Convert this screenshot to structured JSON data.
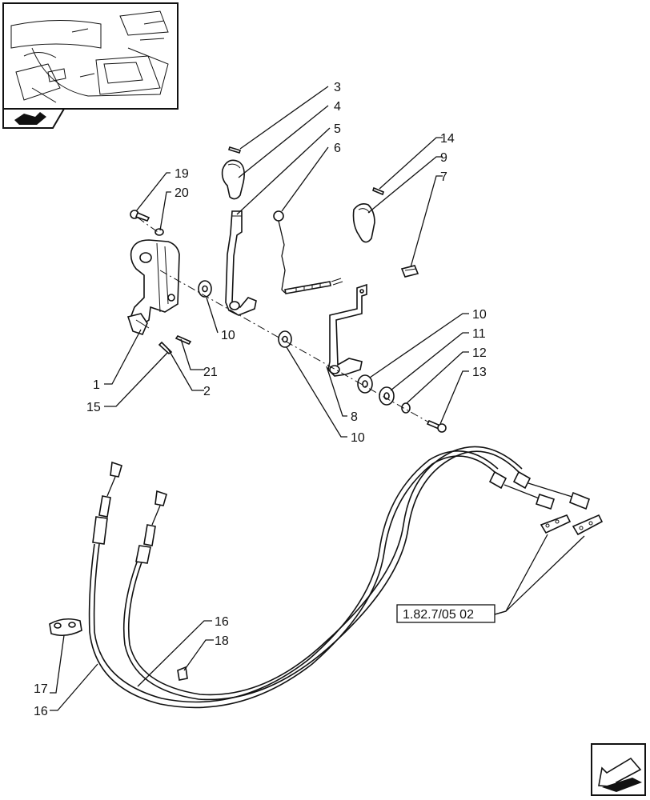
{
  "diagram": {
    "callouts": [
      {
        "id": "c3",
        "text": "3"
      },
      {
        "id": "c4",
        "text": "4"
      },
      {
        "id": "c5",
        "text": "5"
      },
      {
        "id": "c6",
        "text": "6"
      },
      {
        "id": "c14",
        "text": "14"
      },
      {
        "id": "c9",
        "text": "9"
      },
      {
        "id": "c7",
        "text": "7"
      },
      {
        "id": "c19",
        "text": "19"
      },
      {
        "id": "c20",
        "text": "20"
      },
      {
        "id": "c10a",
        "text": "10"
      },
      {
        "id": "c21",
        "text": "21"
      },
      {
        "id": "c1",
        "text": "1"
      },
      {
        "id": "c2",
        "text": "2"
      },
      {
        "id": "c15",
        "text": "15"
      },
      {
        "id": "c10b",
        "text": "10"
      },
      {
        "id": "c11",
        "text": "11"
      },
      {
        "id": "c12",
        "text": "12"
      },
      {
        "id": "c13",
        "text": "13"
      },
      {
        "id": "c8",
        "text": "8"
      },
      {
        "id": "c10c",
        "text": "10"
      },
      {
        "id": "c16a",
        "text": "16"
      },
      {
        "id": "c18",
        "text": "18"
      },
      {
        "id": "c17",
        "text": "17"
      },
      {
        "id": "c16b",
        "text": "16"
      }
    ],
    "reference": "1.82.7/05 02"
  }
}
